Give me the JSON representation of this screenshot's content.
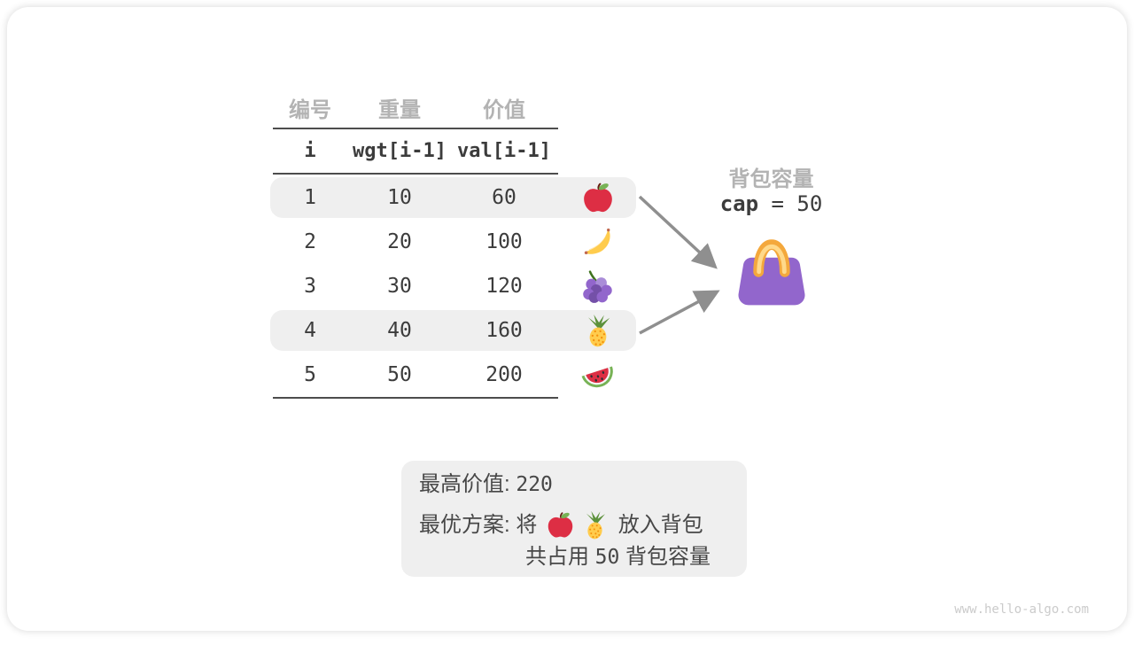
{
  "table": {
    "col_headers": {
      "id": "编号",
      "weight": "重量",
      "value": "价值"
    },
    "var_headers": {
      "i": "i",
      "wgt": "wgt[i-1]",
      "val": "val[i-1]"
    },
    "rows": [
      {
        "i": "1",
        "wgt": "10",
        "val": "60",
        "icon": "apple-icon",
        "selected": true
      },
      {
        "i": "2",
        "wgt": "20",
        "val": "100",
        "icon": "banana-icon",
        "selected": false
      },
      {
        "i": "3",
        "wgt": "30",
        "val": "120",
        "icon": "grapes-icon",
        "selected": false
      },
      {
        "i": "4",
        "wgt": "40",
        "val": "160",
        "icon": "pineapple-icon",
        "selected": true
      },
      {
        "i": "5",
        "wgt": "50",
        "val": "200",
        "icon": "watermelon-icon",
        "selected": false
      }
    ]
  },
  "knapsack": {
    "title": "背包容量",
    "cap_var": "cap",
    "cap_eq": "=",
    "cap_value": "50",
    "bag_icon": "handbag-icon"
  },
  "result": {
    "line1_label": "最高价值:",
    "line1_value": "220",
    "line2_label": "最优方案:",
    "line2_prefix": "将",
    "line2_icons": [
      "apple-icon",
      "pineapple-icon"
    ],
    "line2_suffix": "放入背包",
    "line3_prefix": "共占用",
    "line3_value": "50",
    "line3_suffix": "背包容量"
  },
  "watermark": "www.hello-algo.com",
  "colors": {
    "highlight_row": "#efefef",
    "result_box": "#efefef",
    "text_dark": "#3c3c3c",
    "text_gray_header": "#b3b3b3",
    "arrow": "#8f8f8f",
    "bag_purple": "#9266CC",
    "bag_handle": "#FFAC33",
    "apple_red": "#DD2E44",
    "banana_yellow": "#FFCC4D",
    "grape_purple": "#9266CC",
    "leaf_green": "#77B255"
  }
}
